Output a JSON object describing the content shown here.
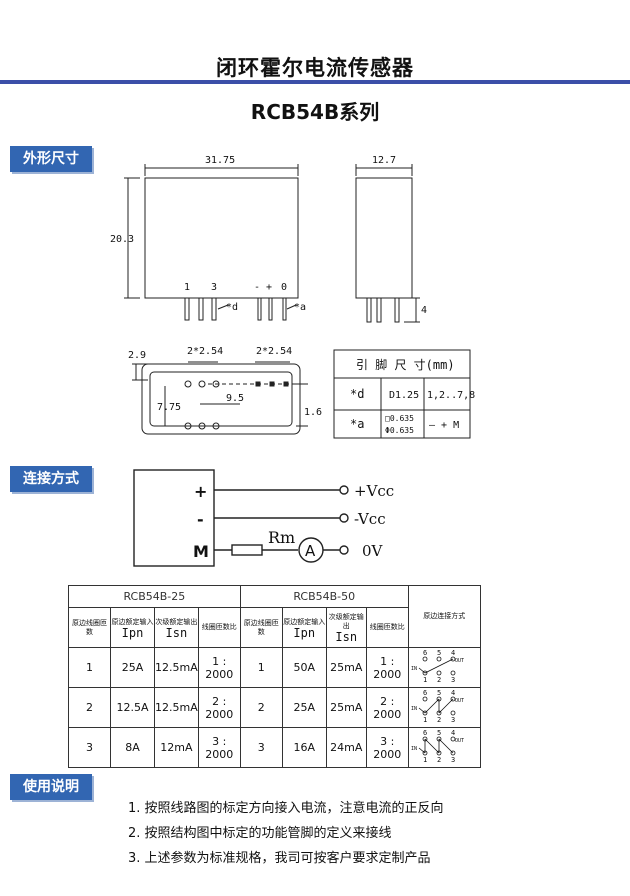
{
  "header": {
    "title": "闭环霍尔电流传感器",
    "subtitle": "RCB54B系列"
  },
  "sections": {
    "dimensions": "外形尺寸",
    "connection": "连接方式",
    "usage": "使用说明"
  },
  "dimensions": {
    "width": "31.75",
    "depth": "12.7",
    "height": "20.3",
    "pin_labels": [
      "1",
      "3",
      "-",
      "+",
      "0"
    ],
    "pin_d": "*d",
    "pin_a": "*a",
    "pin_length": "4",
    "bottom_top_offset": "2.9",
    "pitch_left": "2*2.54",
    "pitch_right": "2*2.54",
    "inner_span": "9.5",
    "row_gap": "7.75",
    "side_offset": "1.6"
  },
  "pin_table": {
    "title": "引 脚 尺 寸(mm)",
    "rows": [
      {
        "key": "*d",
        "size": "D1.25",
        "pins": "1,2..7,8"
      },
      {
        "key": "*a",
        "size_top": "□0.635",
        "size_bottom": "Φ0.635",
        "pins": "— + M"
      }
    ]
  },
  "wiring": {
    "terminals": [
      "+",
      "-",
      "M"
    ],
    "outputs": [
      "+Vcc",
      "-Vcc",
      "0V"
    ],
    "resistor": "Rm",
    "meter": "A"
  },
  "spec_table": {
    "models": [
      "RCB54B-25",
      "RCB54B-50"
    ],
    "headers": [
      "原边线圈匝数",
      "原边额定输入",
      "Ipn",
      "次级额定输出",
      "Isn",
      "线圈匝数比"
    ],
    "connection_header": "原边连接方式",
    "rows": [
      {
        "turns": "1",
        "ipn_a": "25A",
        "isn_a": "12.5mA",
        "ratio_a": "1 : 2000",
        "turns_b": "1",
        "ipn_b": "50A",
        "isn_b": "25mA",
        "ratio_b": "1 : 2000"
      },
      {
        "turns": "2",
        "ipn_a": "12.5A",
        "isn_a": "12.5mA",
        "ratio_a": "2 : 2000",
        "turns_b": "2",
        "ipn_b": "25A",
        "isn_b": "25mA",
        "ratio_b": "2 : 2000"
      },
      {
        "turns": "3",
        "ipn_a": "8A",
        "isn_a": "12mA",
        "ratio_a": "3 : 2000",
        "turns_b": "3",
        "ipn_b": "16A",
        "isn_b": "24mA",
        "ratio_b": "3 : 2000"
      }
    ],
    "pin_top": [
      "6",
      "5",
      "4"
    ],
    "pin_bottom": [
      "1",
      "2",
      "3"
    ],
    "in_label": "IN",
    "out_label": "OUT"
  },
  "usage": {
    "items": [
      "1.  按照线路图的标定方向接入电流，注意电流的正反向",
      "2.  按照结构图中标定的功能管脚的定义来接线",
      "3.  上述参数为标准规格，我司可按客户要求定制产品"
    ]
  },
  "colors": {
    "accent": "#3266b2",
    "rule": "#3b4fa8"
  }
}
